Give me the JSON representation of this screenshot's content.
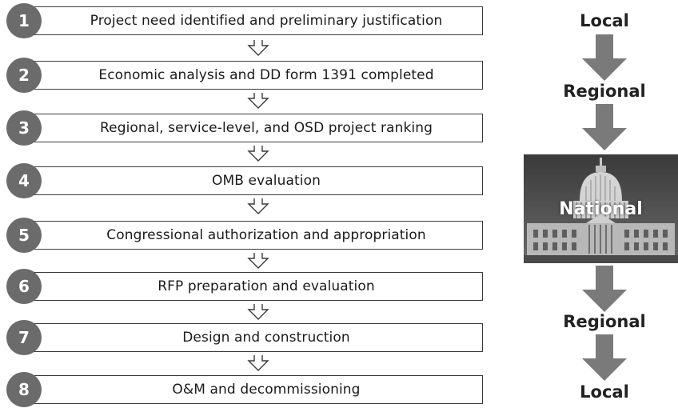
{
  "steps": [
    {
      "number": "1",
      "label": "Project need identified and preliminary justification"
    },
    {
      "number": "2",
      "label": "Economic analysis and DD form 1391 completed"
    },
    {
      "number": "3",
      "label": "Regional, service-level, and OSD project ranking"
    },
    {
      "number": "4",
      "label": "OMB evaluation"
    },
    {
      "number": "5",
      "label": "Congressional authorization and appropriation"
    },
    {
      "number": "6",
      "label": "RFP preparation and evaluation"
    },
    {
      "number": "7",
      "label": "Design and construction"
    },
    {
      "number": "8",
      "label": "O&M and decommissioning"
    }
  ],
  "levels": {
    "local_top": "Local",
    "regional_top": "Regional",
    "national": "National",
    "regional_bottom": "Regional",
    "local_bottom": "Local"
  },
  "colors": {
    "badge": "#6b6b6b",
    "arrow": "#7a7a7a",
    "box_border": "#3a3a3a"
  },
  "icons": {
    "step_connector": "hollow-down-arrow-icon",
    "level_arrow": "down-arrow-icon",
    "capitol": "capitol-building-image"
  }
}
